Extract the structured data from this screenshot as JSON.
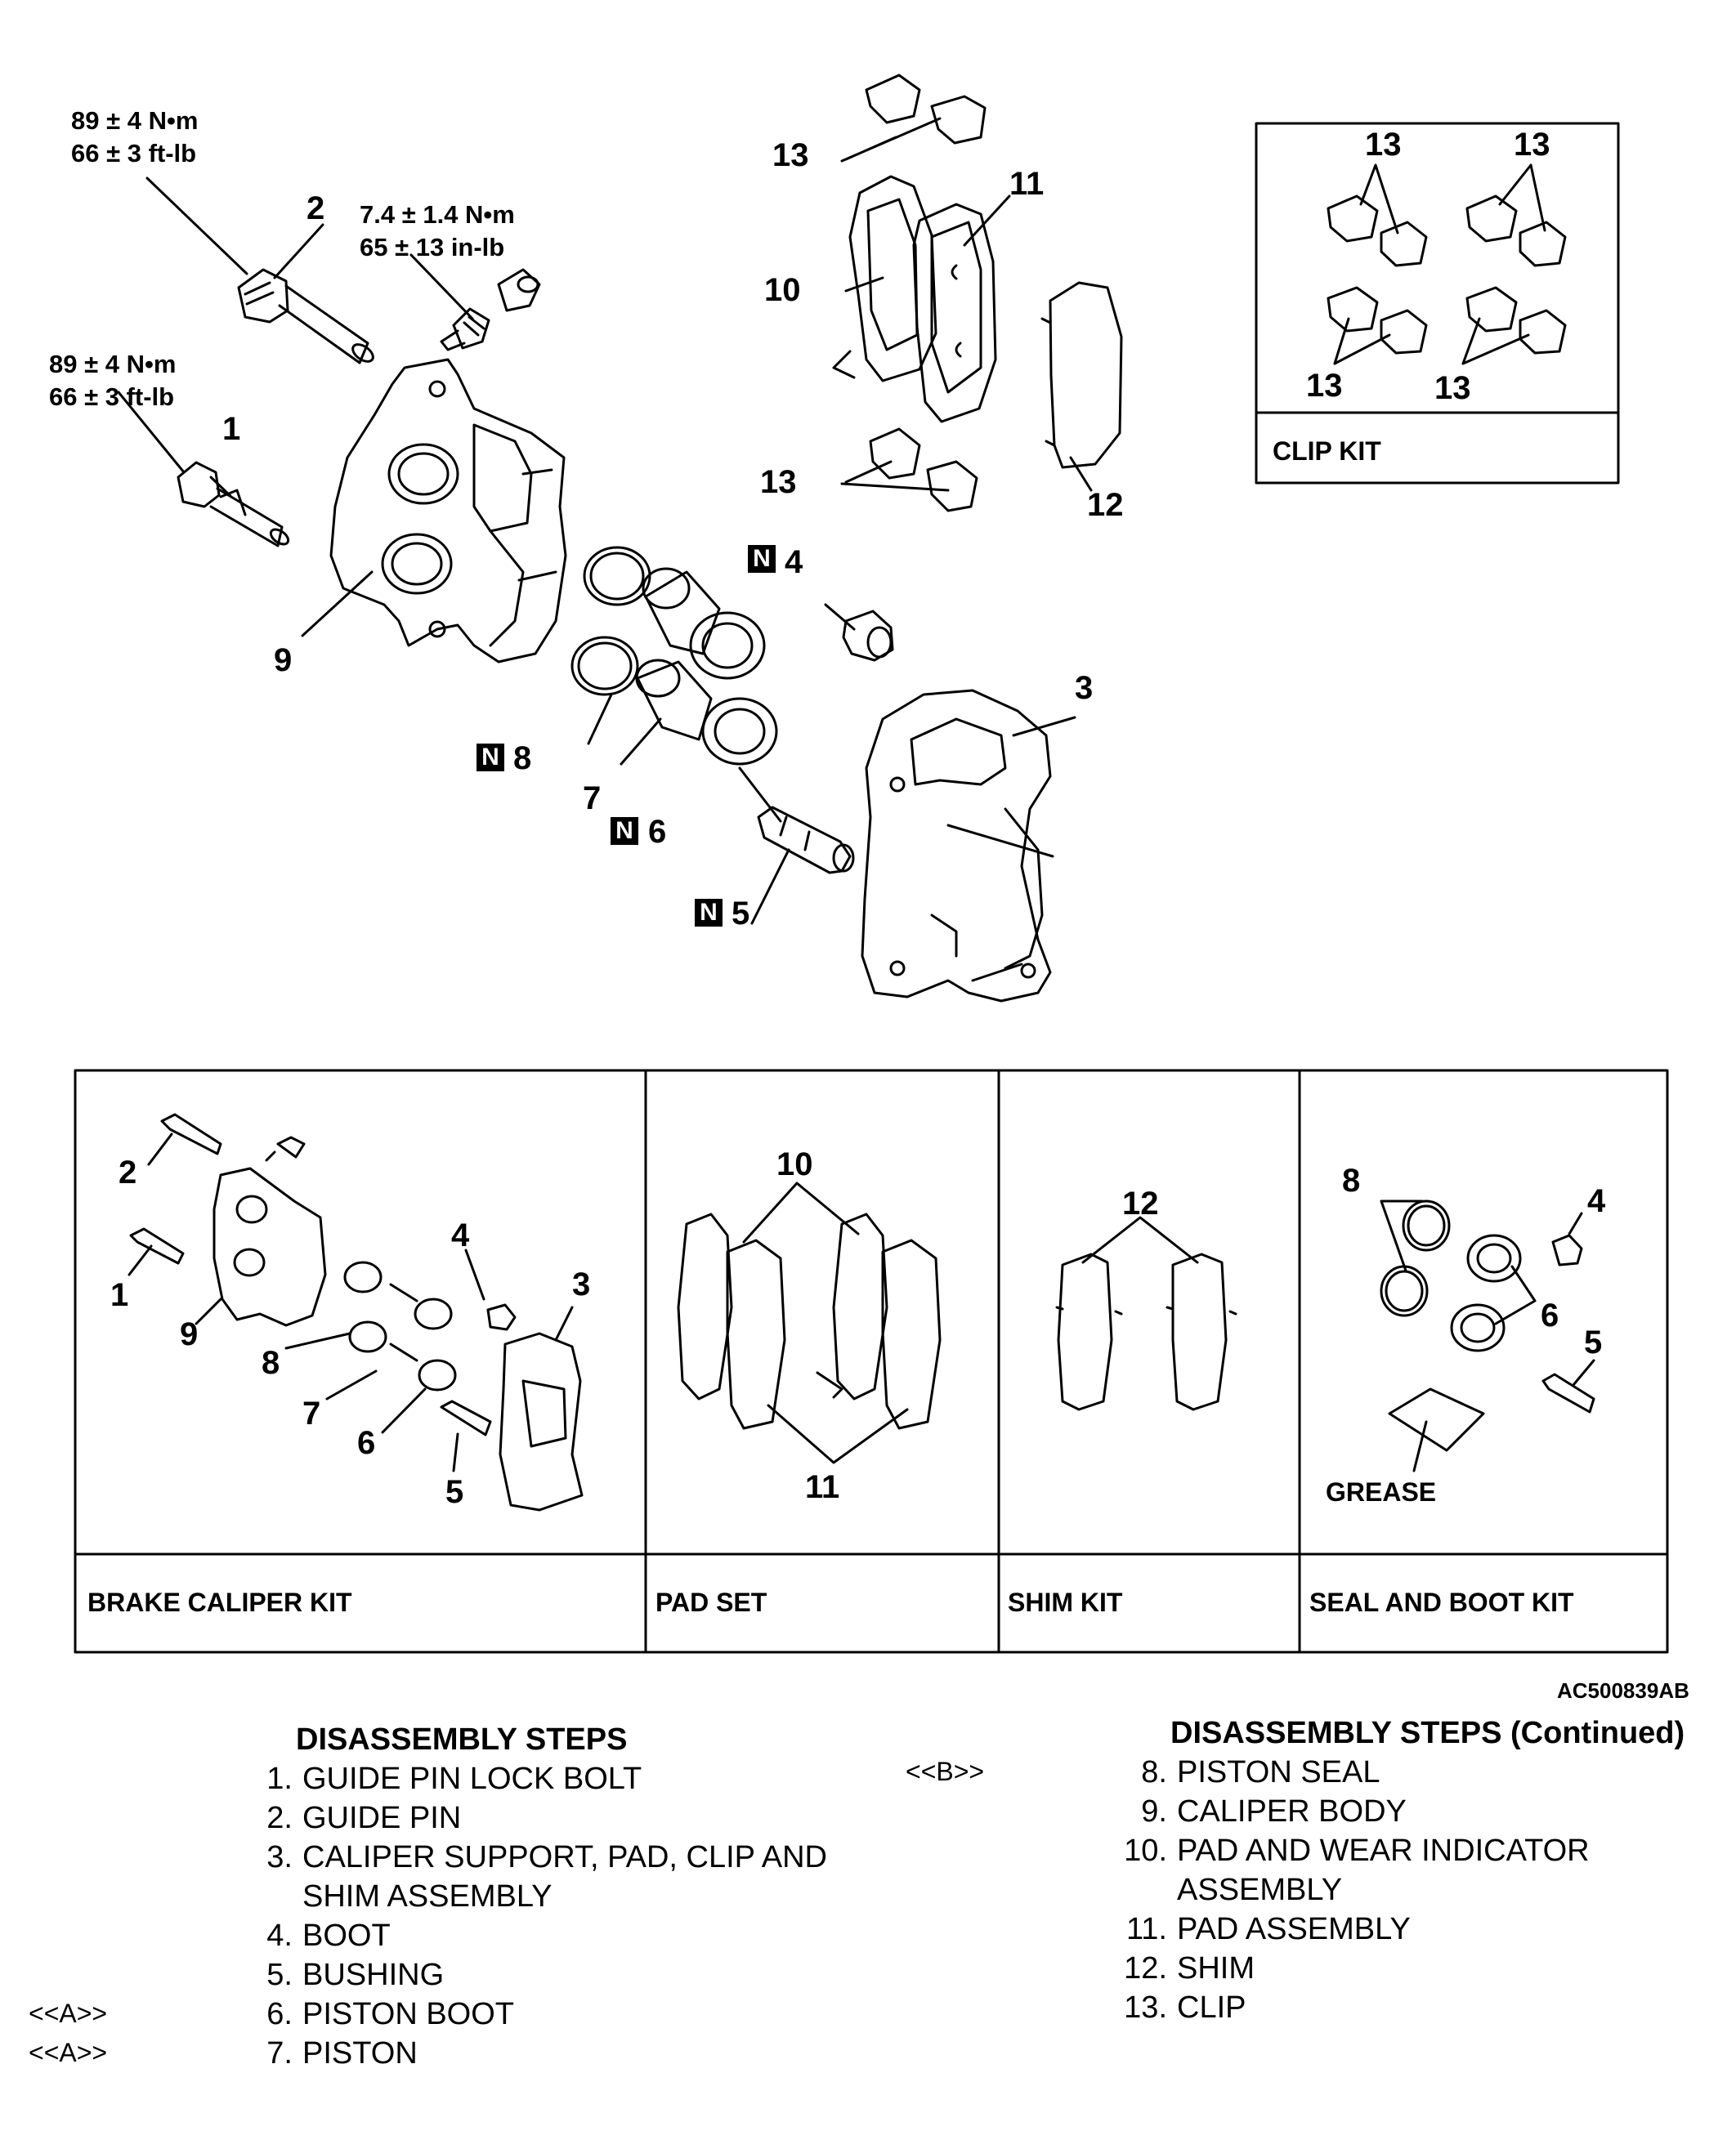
{
  "torque_specs": {
    "guide_pin": {
      "nm": "89 ± 4 N•m",
      "ftlb": "66 ± 3 ft-lb"
    },
    "bleeder": {
      "nm": "7.4 ± 1.4 N•m",
      "inlb": "65 ± 13 in-lb"
    },
    "lock_bolt": {
      "nm": "89 ± 4 N•m",
      "ftlb": "66 ± 3 ft-lb"
    }
  },
  "callouts": {
    "n1": "1",
    "n2": "2",
    "n3": "3",
    "n4": "4",
    "n5": "5",
    "n6": "6",
    "n7": "7",
    "n8": "8",
    "n9": "9",
    "n10": "10",
    "n11": "11",
    "n12": "12",
    "n13": "13",
    "new_part_badge": "N"
  },
  "clip_kit": {
    "label": "CLIP KIT"
  },
  "kits": {
    "brake_caliper": "BRAKE CALIPER KIT",
    "pad_set": "PAD SET",
    "shim_kit": "SHIM KIT",
    "seal_boot": "SEAL AND BOOT KIT",
    "grease": "GREASE"
  },
  "figure_code": "AC500839AB",
  "steps": {
    "title": "DISASSEMBLY STEPS",
    "title_cont": "DISASSEMBLY STEPS (Continued)",
    "left": [
      {
        "num": "1.",
        "text": "GUIDE PIN LOCK BOLT",
        "ref": ""
      },
      {
        "num": "2.",
        "text": "GUIDE PIN",
        "ref": ""
      },
      {
        "num": "3.",
        "text": "CALIPER SUPPORT, PAD, CLIP AND\nSHIM ASSEMBLY",
        "ref": ""
      },
      {
        "num": "4.",
        "text": "BOOT",
        "ref": ""
      },
      {
        "num": "5.",
        "text": "BUSHING",
        "ref": ""
      },
      {
        "num": "6.",
        "text": "PISTON BOOT",
        "ref": "<<A>>"
      },
      {
        "num": "7.",
        "text": "PISTON",
        "ref": "<<A>>"
      }
    ],
    "right": [
      {
        "num": "8.",
        "text": "PISTON SEAL",
        "ref": "<<B>>"
      },
      {
        "num": "9.",
        "text": "CALIPER BODY",
        "ref": ""
      },
      {
        "num": "10.",
        "text": "PAD AND WEAR INDICATOR\nASSEMBLY",
        "ref": ""
      },
      {
        "num": "11.",
        "text": "PAD ASSEMBLY",
        "ref": ""
      },
      {
        "num": "12.",
        "text": "SHIM",
        "ref": ""
      },
      {
        "num": "13.",
        "text": "CLIP",
        "ref": ""
      }
    ]
  }
}
